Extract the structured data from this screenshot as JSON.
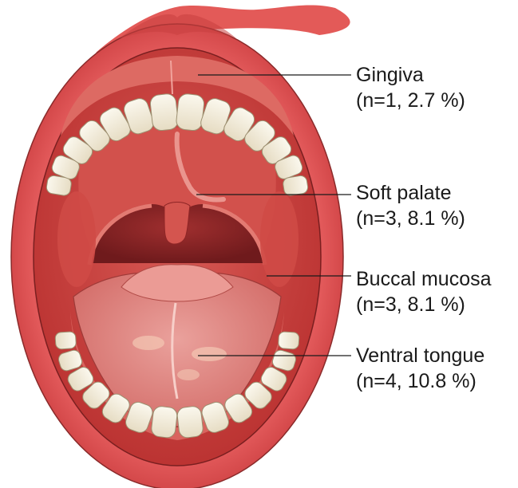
{
  "colors": {
    "lip": "#e0504f",
    "lip_shadow": "#b93233",
    "mucosa": "#c83c3a",
    "palate": "#d45650",
    "throat": "#8e2526",
    "tongue": "#e48a86",
    "tooth": "#f4efe1",
    "tooth_shadow": "#d9cfb6",
    "leader": "#1a1a1a"
  },
  "labels": {
    "gingiva": {
      "name": "Gingiva",
      "stat": "(n=1, 2.7 %)"
    },
    "soft_palate": {
      "name": "Soft palate",
      "stat": "(n=3, 8.1 %)"
    },
    "buccal_mucosa": {
      "name": "Buccal mucosa",
      "stat": "(n=3, 8.1 %)"
    },
    "ventral_tongue": {
      "name": "Ventral tongue",
      "stat": "(n=4, 10.8 %)"
    }
  }
}
